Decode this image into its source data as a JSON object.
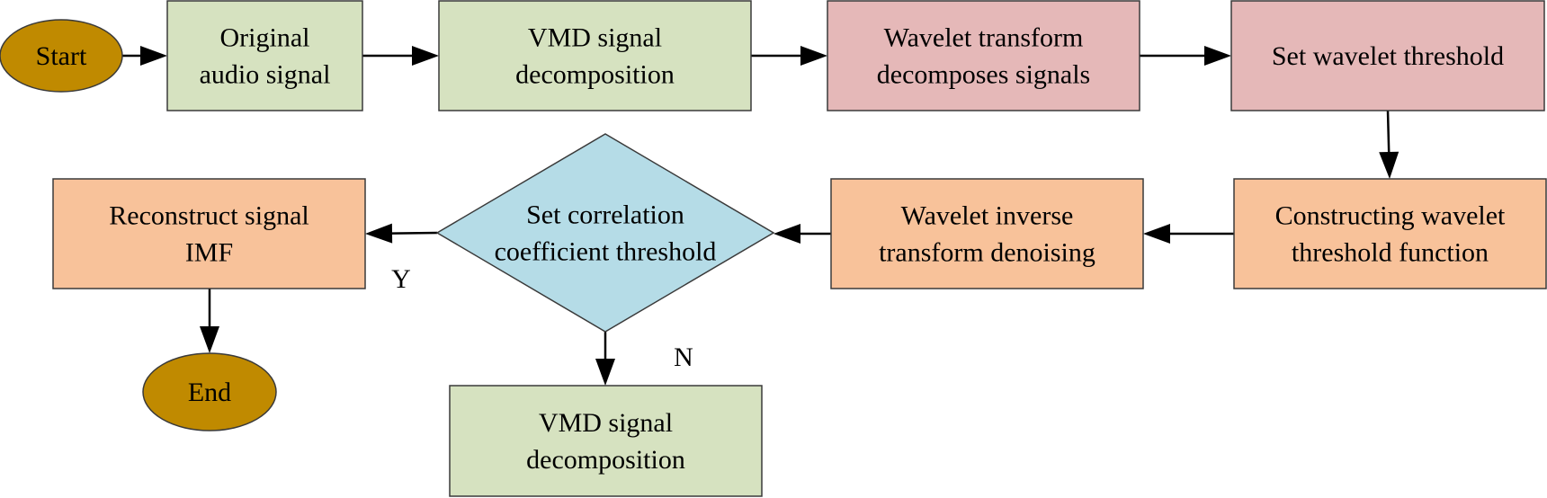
{
  "colors": {
    "terminal": "#c08a00",
    "process_green": "#d6e2c0",
    "process_pink": "#e5b8b8",
    "process_orange": "#f8c29a",
    "decision_blue": "#b5dce7",
    "edge": "#000000"
  },
  "nodes": {
    "start": {
      "lines": [
        "Start"
      ]
    },
    "original_audio": {
      "lines": [
        "Original",
        "audio signal"
      ]
    },
    "vmd_decomp_top": {
      "lines": [
        "VMD signal",
        "decomposition"
      ]
    },
    "wavelet_decompose": {
      "lines": [
        "Wavelet transform",
        "decomposes signals"
      ]
    },
    "set_wavelet_threshold": {
      "lines": [
        "Set wavelet threshold"
      ]
    },
    "construct_threshold_fn": {
      "lines": [
        "Constructing wavelet",
        "threshold function"
      ]
    },
    "inverse_denoise": {
      "lines": [
        "Wavelet inverse",
        "transform denoising"
      ]
    },
    "correlation_decision": {
      "lines": [
        "Set correlation",
        "coefficient threshold"
      ]
    },
    "reconstruct": {
      "lines": [
        "Reconstruct signal",
        "IMF"
      ]
    },
    "end": {
      "lines": [
        "End"
      ]
    },
    "vmd_decomp_bottom": {
      "lines": [
        "VMD signal",
        "decomposition"
      ]
    }
  },
  "edges": [
    {
      "from": "start",
      "to": "original_audio"
    },
    {
      "from": "original_audio",
      "to": "vmd_decomp_top"
    },
    {
      "from": "vmd_decomp_top",
      "to": "wavelet_decompose"
    },
    {
      "from": "wavelet_decompose",
      "to": "set_wavelet_threshold"
    },
    {
      "from": "set_wavelet_threshold",
      "to": "construct_threshold_fn"
    },
    {
      "from": "construct_threshold_fn",
      "to": "inverse_denoise"
    },
    {
      "from": "inverse_denoise",
      "to": "correlation_decision"
    },
    {
      "from": "correlation_decision",
      "to": "reconstruct",
      "label": "Y"
    },
    {
      "from": "correlation_decision",
      "to": "vmd_decomp_bottom",
      "label": "N"
    },
    {
      "from": "reconstruct",
      "to": "end"
    }
  ]
}
